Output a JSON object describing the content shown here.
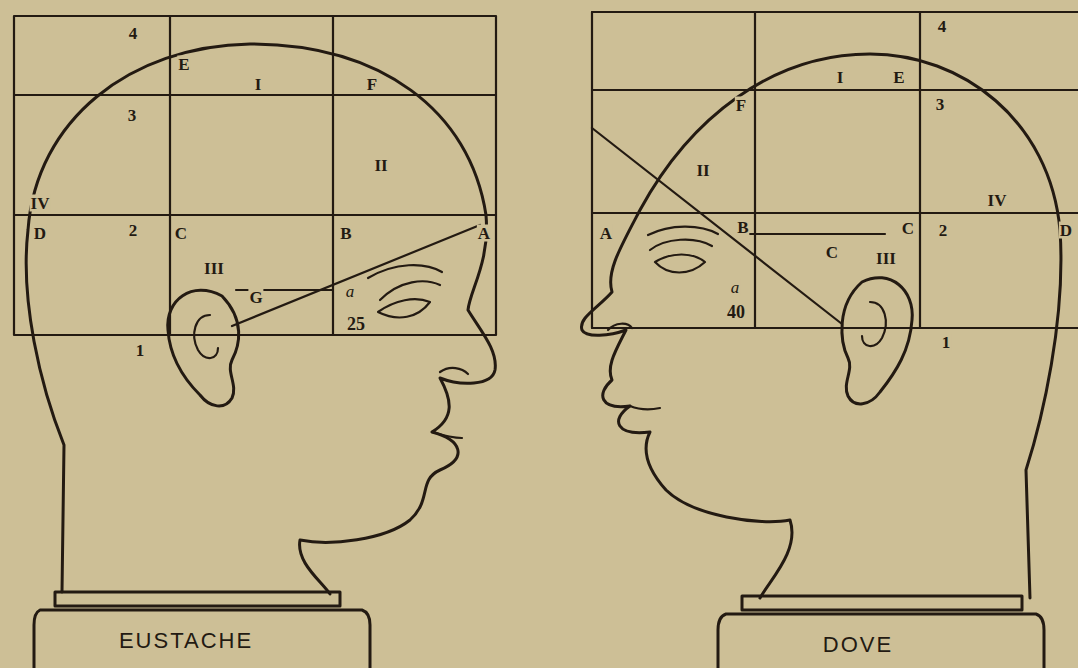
{
  "diagram": {
    "labels": [
      "4",
      "E",
      "I",
      "F",
      "3",
      "II",
      "IV",
      "D",
      "2",
      "C",
      "B",
      "A",
      "III",
      "G",
      "a",
      "25",
      "1",
      "EUSTACHE",
      "4",
      "I",
      "E",
      "F",
      "3",
      "II",
      "IV",
      "A",
      "B",
      "C",
      "2",
      "D",
      "C",
      "III",
      "a",
      "40",
      "1",
      "DOVE"
    ]
  }
}
